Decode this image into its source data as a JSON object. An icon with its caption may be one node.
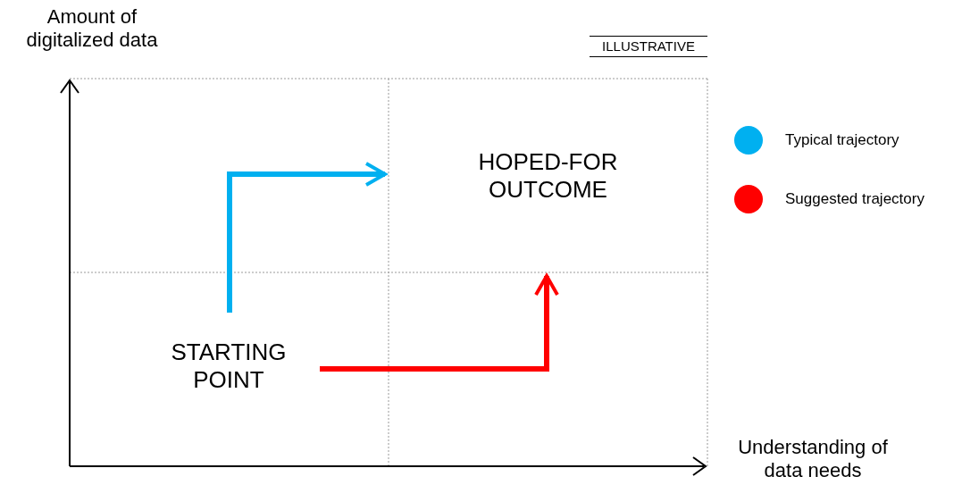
{
  "diagram": {
    "nodes": [
      {
        "text": [
          "STARTING POINT"
        ]
      },
      {
        "text": [
          "HOPED-FOR OUTCOME"
        ]
      }
    ],
    "edges": [
      {
        "from": 0,
        "to": 1,
        "arrow": "to",
        "color": "#00b0f0"
      },
      {
        "from": 0,
        "to": 1,
        "arrow": "to",
        "color": "#ff0000"
      }
    ],
    "labels": [
      "Amount of digitalized data",
      "ILLUSTRATIVE",
      "Understanding of data needs"
    ],
    "legend": [
      {
        "text": "Typical trajectory",
        "color": "#00b0f0"
      },
      {
        "text": "Suggested trajectory",
        "color": "#ff0000"
      }
    ]
  }
}
